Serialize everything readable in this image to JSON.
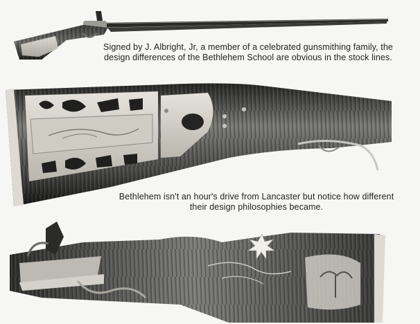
{
  "captions": {
    "top": {
      "line1": "Signed by J. Albright, Jr, a member of a celebrated gunsmithing family, the",
      "line2": "design differences of the Bethlehem School are obvious in the stock lines."
    },
    "middle": {
      "line1": "Bethlehem isn't an hour's drive from Lancaster but notice how different",
      "line2": "their design philosophies became."
    }
  },
  "colors": {
    "paper": "#f6f6f4",
    "wood_dark": "#1a1a1a",
    "wood_mid": "#5a5a58",
    "brass": "#d8d6cf",
    "ink": "#222222"
  }
}
